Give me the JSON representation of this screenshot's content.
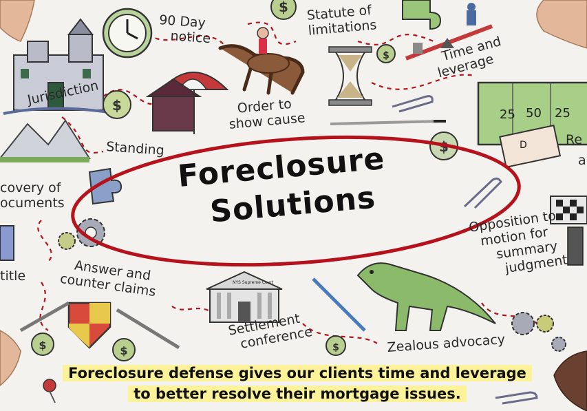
{
  "title": {
    "line1": "Foreclosure",
    "line2": "Solutions"
  },
  "labels": {
    "notice": [
      "90 Day",
      "notice"
    ],
    "statute": [
      "Statute of",
      "limitations"
    ],
    "time_leverage": [
      "Time and",
      "leverage"
    ],
    "jurisdiction": "Jurisdiction",
    "order_show_cause": [
      "Order to",
      "show cause"
    ],
    "standing": "Standing",
    "discovery": [
      "covery of",
      "ocuments"
    ],
    "title_left": "title",
    "answer": [
      "Answer and",
      "counter claims"
    ],
    "opposition": [
      "Opposition to",
      "motion for",
      "summary",
      "judgment"
    ],
    "settlement": [
      "Settlement",
      "conference"
    ],
    "zealous": "Zealous advocacy",
    "re_fragment": "Re",
    "a_fragment": "a"
  },
  "scoreboard": {
    "n1": "25",
    "n2": "50",
    "n3": "25"
  },
  "court_sign": "NYS Supreme Court",
  "sign_d": "D",
  "caption": {
    "line1": "Foreclosure defense gives our clients time and leverage",
    "line2": "to better resolve their mortgage issues."
  },
  "colors": {
    "accent_red": "#b5121b",
    "highlight": "#fbf29a",
    "ink": "#222222",
    "dollar_green": "#7a9c58"
  }
}
